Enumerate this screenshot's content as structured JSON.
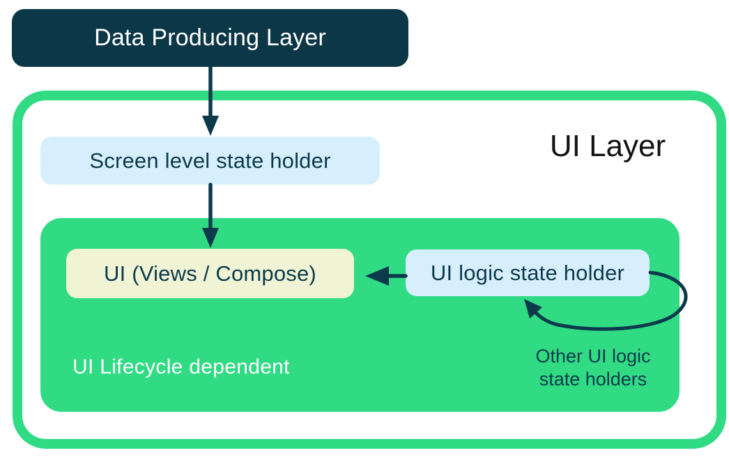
{
  "diagram": {
    "data_producing_layer": {
      "label": "Data Producing Layer"
    },
    "ui_layer": {
      "title": "UI Layer",
      "screen_level_state_holder": {
        "label": "Screen level state holder"
      },
      "lifecycle_group": {
        "caption": "UI Lifecycle dependent",
        "ui": {
          "label": "UI (Views / Compose)"
        },
        "ui_logic_state_holder": {
          "label": "UI logic state holder"
        },
        "other_holders_note": "Other UI logic state holders"
      }
    },
    "arrows": [
      {
        "from": "data-producing-layer",
        "to": "screen-level-state-holder",
        "direction": "down"
      },
      {
        "from": "screen-level-state-holder",
        "to": "ui-views-compose",
        "direction": "down"
      },
      {
        "from": "ui-logic-state-holder",
        "to": "ui-views-compose",
        "direction": "left"
      },
      {
        "from": "other-ui-logic-state-holders",
        "to": "ui-logic-state-holder",
        "direction": "loop"
      }
    ],
    "colors": {
      "green": "#30db84",
      "dark_teal": "#0c3747",
      "arrow_teal": "#0c3a4c",
      "light_blue": "#d7effc",
      "cream": "#f0f4d5",
      "title_text": "#121212",
      "background": "#ffffff"
    }
  }
}
